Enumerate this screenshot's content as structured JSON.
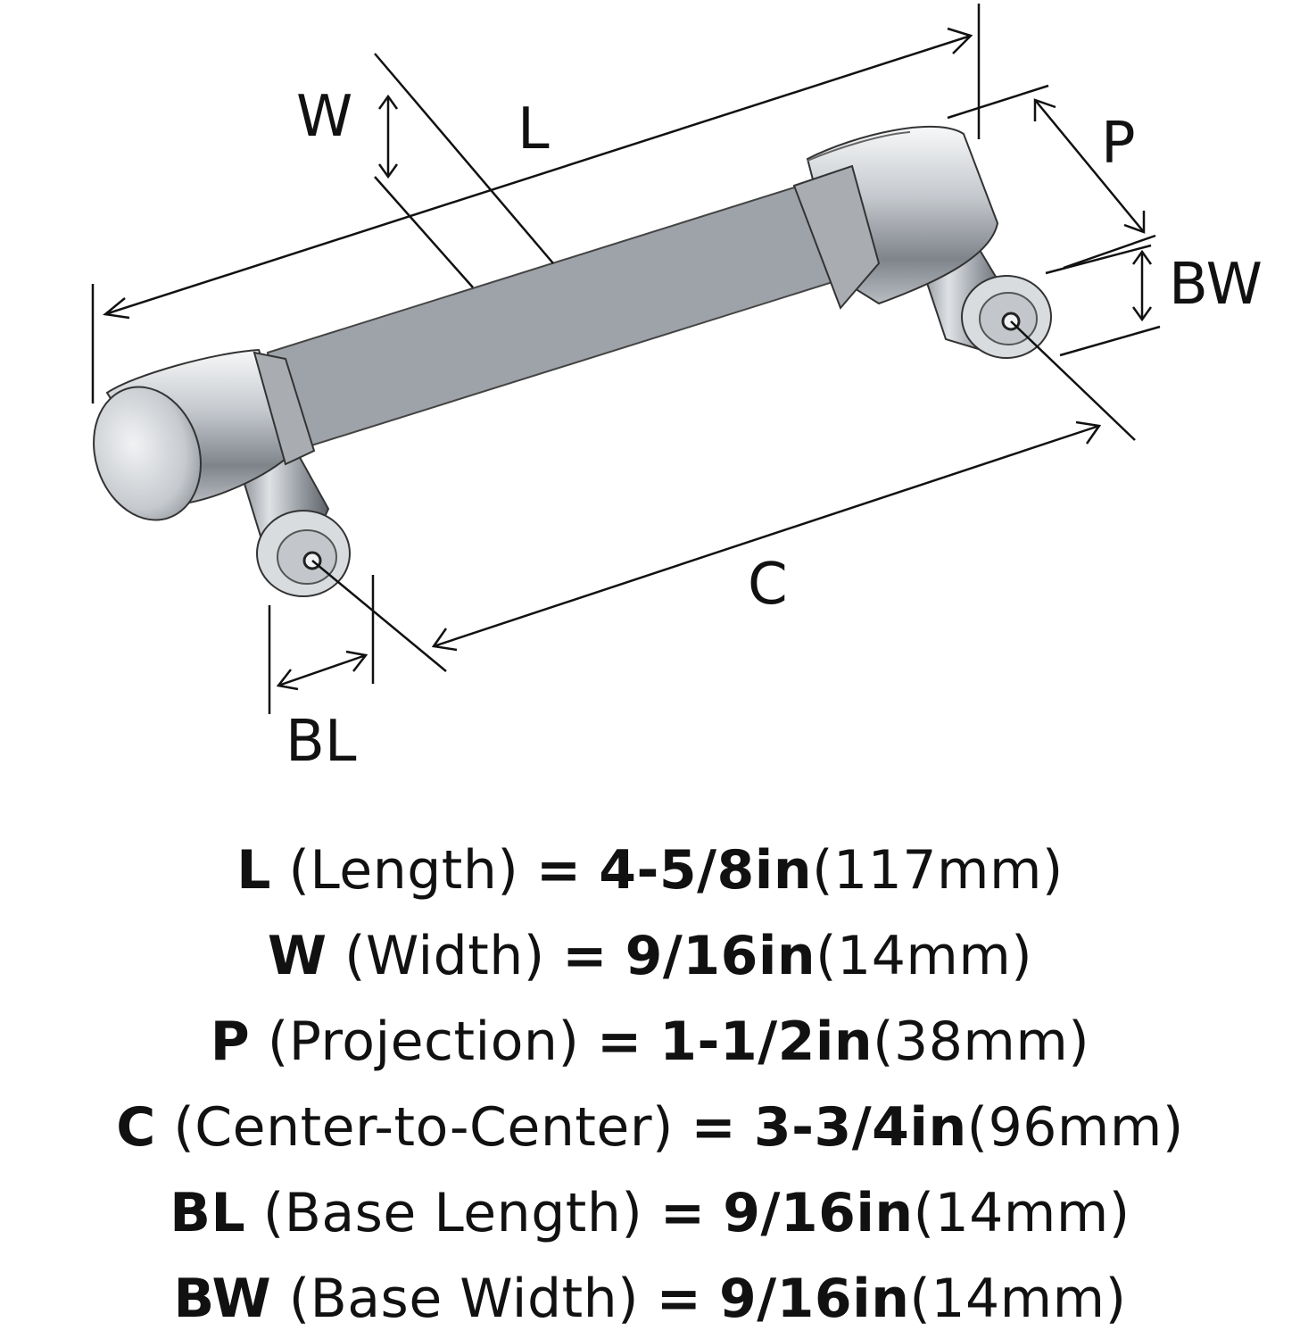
{
  "diagram": {
    "labels": {
      "W": "W",
      "L": "L",
      "P": "P",
      "BW": "BW",
      "C": "C",
      "BL": "BL"
    },
    "colors": {
      "line": "#111111",
      "metal_light": "#eef0f2",
      "metal_mid": "#b9bdc2",
      "metal_dark": "#6c7178"
    }
  },
  "specs": [
    {
      "code": "L",
      "name": "(Length)",
      "eq": "=",
      "inches": "4-5/8in",
      "mm": "(117mm)"
    },
    {
      "code": "W",
      "name": "(Width)",
      "eq": "=",
      "inches": "9/16in",
      "mm": "(14mm)"
    },
    {
      "code": "P",
      "name": "(Projection)",
      "eq": "=",
      "inches": "1-1/2in",
      "mm": "(38mm)"
    },
    {
      "code": "C",
      "name": "(Center-to-Center)",
      "eq": "=",
      "inches": "3-3/4in",
      "mm": "(96mm)"
    },
    {
      "code": "BL",
      "name": "(Base Length)",
      "eq": "=",
      "inches": "9/16in",
      "mm": "(14mm)"
    },
    {
      "code": "BW",
      "name": "(Base Width)",
      "eq": "=",
      "inches": "9/16in",
      "mm": "(14mm)"
    }
  ]
}
